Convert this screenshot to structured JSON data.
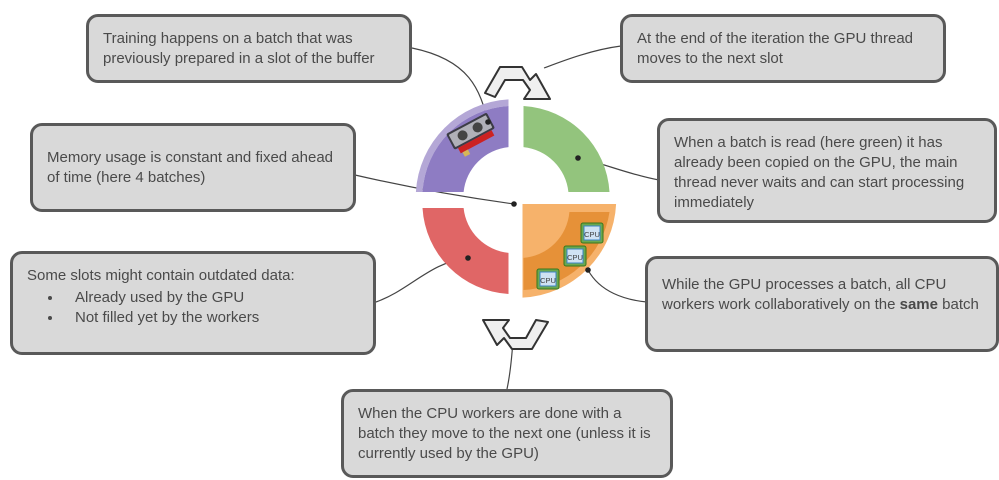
{
  "callouts": {
    "training": "Training happens on a batch that was previously prepared in a slot of the buffer",
    "iteration_end": "At the end of the iteration the GPU thread moves to the next slot",
    "memory": "Memory usage is constant and fixed ahead of time (here 4 batches)",
    "batch_read": "When a batch is read (here green) it has already been copied on the GPU, the main thread never waits and can start processing immediately",
    "outdated": {
      "intro": "Some slots might contain outdated data:",
      "items": [
        "Already used by the GPU",
        "Not filled yet by the workers"
      ]
    },
    "gpu_processes": {
      "before": "While the GPU processes a batch, all CPU workers work collaboratively on the ",
      "bold": "same",
      "after": " batch"
    },
    "cpu_done": "When the CPU workers are done with a batch they move to the next one (unless it is currently used by the GPU)"
  },
  "ring": {
    "slots": [
      {
        "name": "gpu-slot",
        "color": "#8e7cc3"
      },
      {
        "name": "ready-slot",
        "color": "#93c47d"
      },
      {
        "name": "cpu-slot",
        "color": "#e69138"
      },
      {
        "name": "outdated-slot",
        "color": "#e06666"
      }
    ],
    "cpu_chip_label": "CPU"
  },
  "colors": {
    "callout_fill": "#d9d9d9",
    "callout_border": "#595959",
    "arrow_fill": "#efefef"
  }
}
